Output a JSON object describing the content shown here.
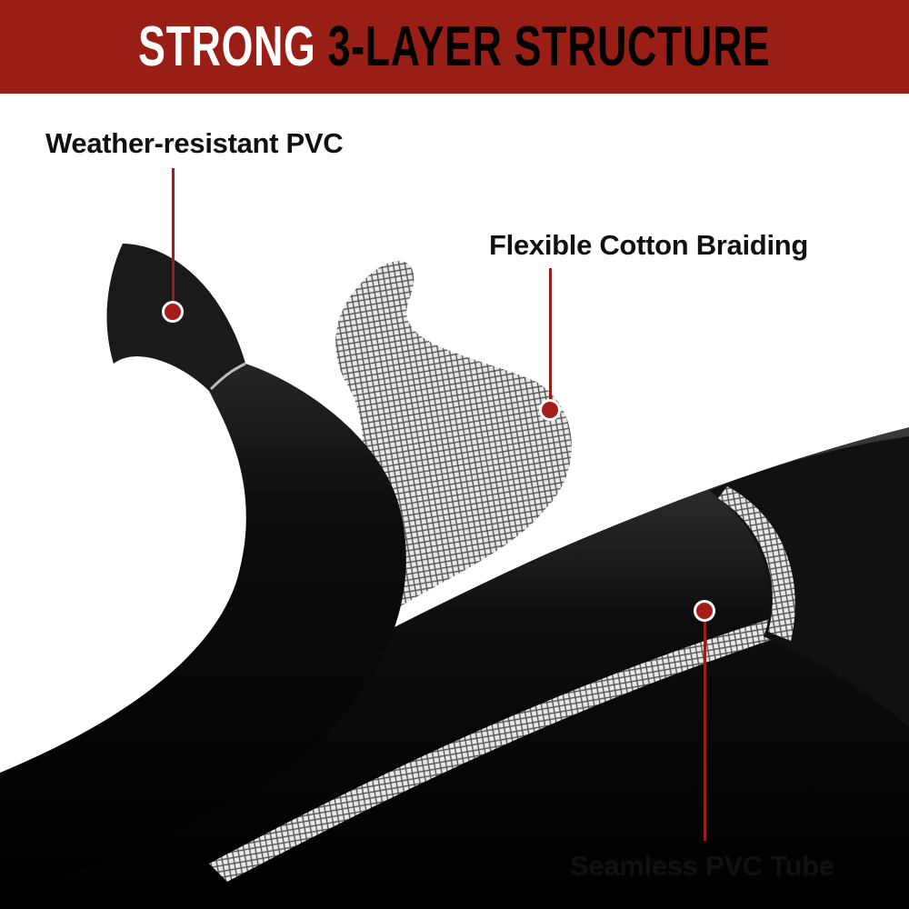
{
  "header": {
    "title_part1": "STRONG",
    "title_part2": "3-LAYER STRUCTURE",
    "background_color": "#991e15"
  },
  "callouts": [
    {
      "label": "Weather-resistant PVC"
    },
    {
      "label": "Flexible Cotton Braiding"
    },
    {
      "label": "Seamless PVC Tube"
    }
  ],
  "accent_color": "#a51c18"
}
